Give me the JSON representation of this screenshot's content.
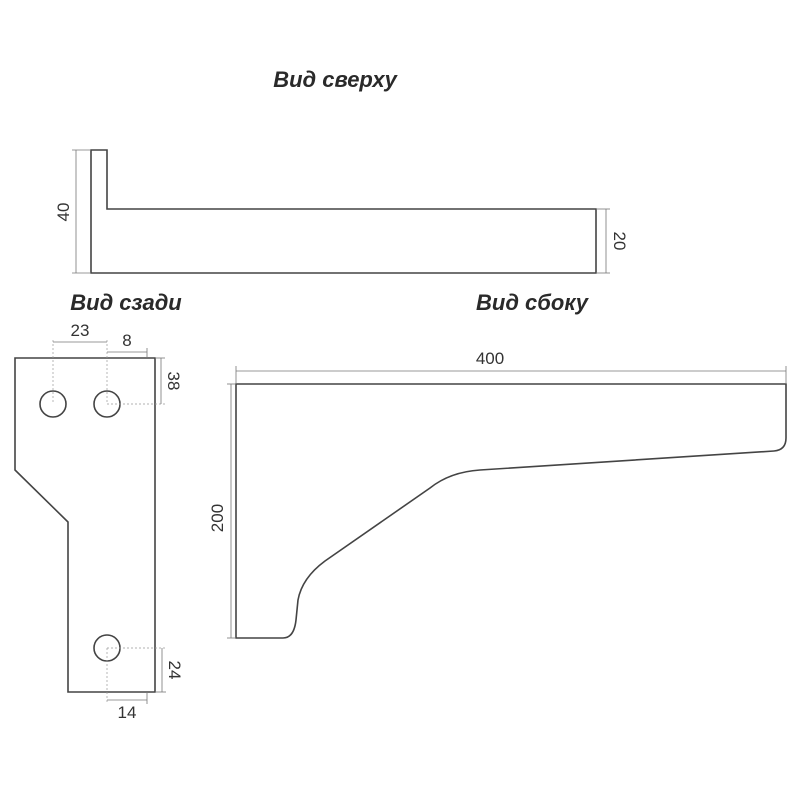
{
  "views": {
    "top": {
      "title": "Вид сверху",
      "dims": {
        "height_total": "40",
        "height_arm": "20"
      }
    },
    "back": {
      "title": "Вид сзади",
      "dims": {
        "hole_spacing": "23",
        "hole_edge_offset": "8",
        "hole_top_offset": "38",
        "bottom_hole_offset": "24",
        "bottom_hole_edge": "14"
      }
    },
    "side": {
      "title": "Вид сбоку",
      "dims": {
        "length": "400",
        "height": "200"
      }
    }
  }
}
